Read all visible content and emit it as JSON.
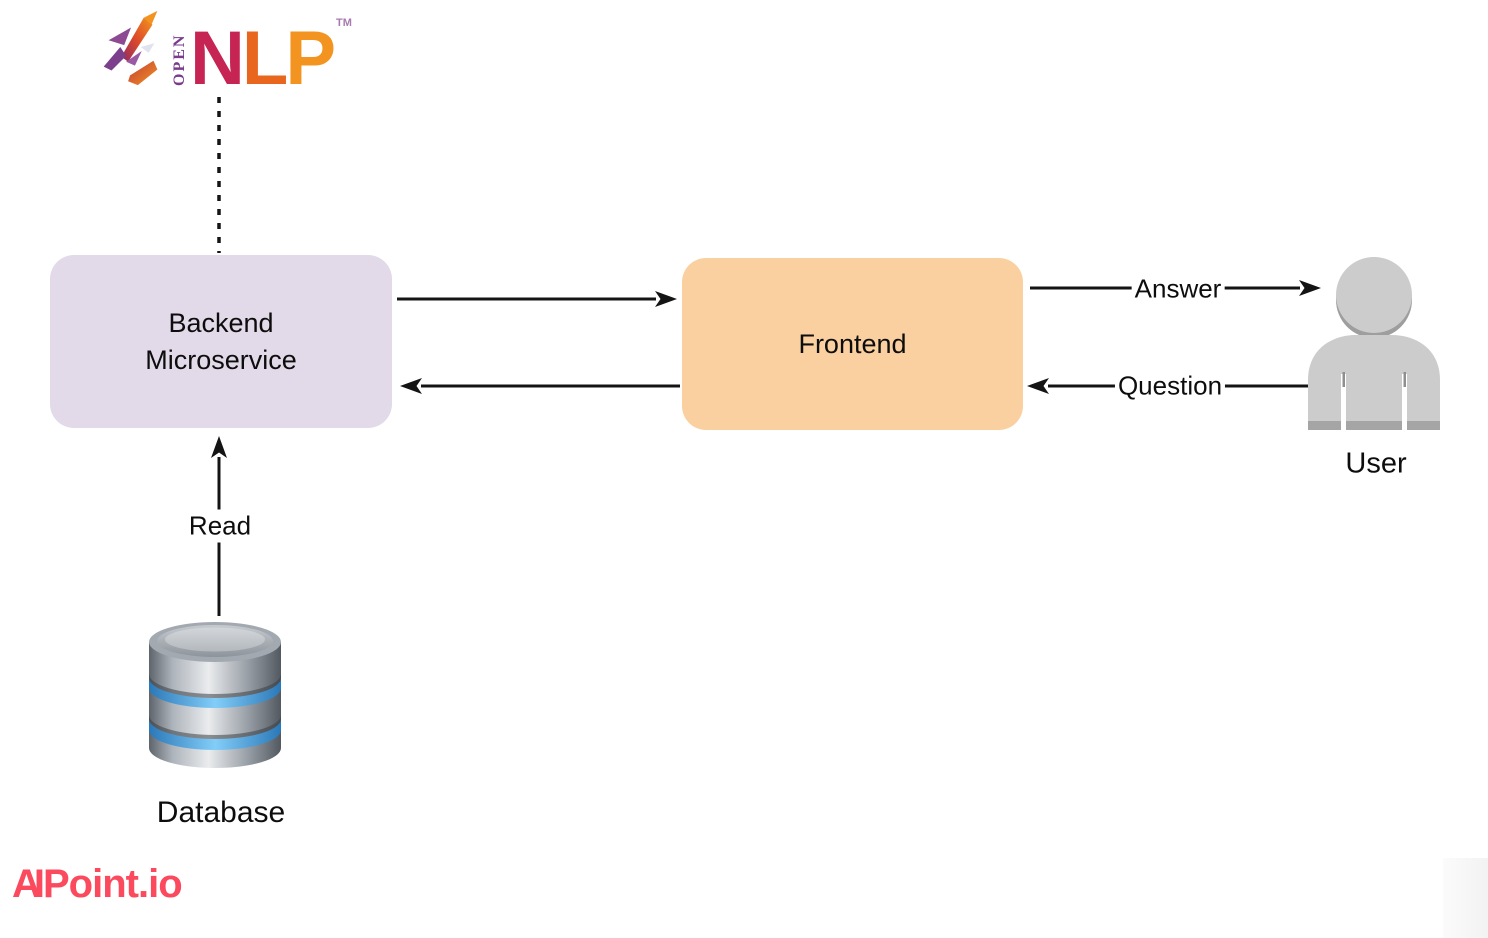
{
  "opennlp": {
    "open": "OPEN",
    "n": "N",
    "l": "L",
    "p": "P",
    "tm": "TM",
    "colors": {
      "open": "#7a3b8f",
      "n": "#c62452",
      "l": "#e9661f",
      "p": "#f2941f",
      "tm": "#a87ab0"
    }
  },
  "nodes": {
    "backend": {
      "label": "Backend Microservice",
      "fill": "#e2d9e9"
    },
    "frontend": {
      "label": "Frontend",
      "fill": "#fad0a0"
    },
    "user": {
      "label": "User"
    },
    "database": {
      "label": "Database"
    }
  },
  "edges": {
    "read": {
      "label": "Read"
    },
    "answer": {
      "label": "Answer"
    },
    "question": {
      "label": "Question"
    },
    "line_color": "#141414"
  },
  "footer": {
    "brand_prefix": "AI",
    "brand_suffix": "Point.io",
    "brand_color": "#fb4a5d"
  }
}
